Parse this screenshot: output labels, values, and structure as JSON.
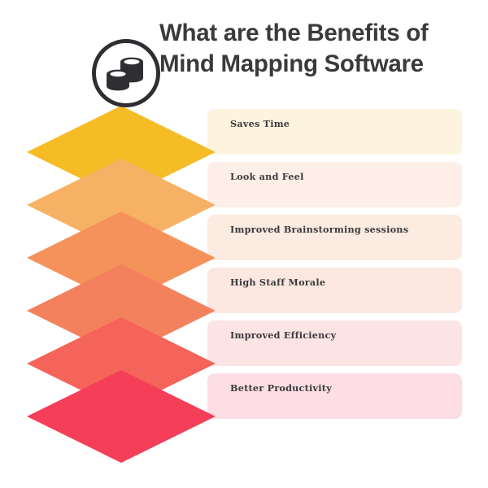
{
  "header": {
    "title_line1": "What are the Benefits of",
    "title_line2": "Mind Mapping Software",
    "title_color": "#3a3a3c",
    "icon": "coins-stack-icon",
    "icon_ring_color": "#2f2f33"
  },
  "benefits": [
    {
      "label": "Saves Time",
      "diamond_color": "#F5BC26",
      "bar_color": "#FDF3DE"
    },
    {
      "label": "Look and Feel",
      "diamond_color": "#F7B165",
      "bar_color": "#FDEFE7"
    },
    {
      "label": "Improved Brainstorming sessions",
      "diamond_color": "#F5925B",
      "bar_color": "#FCEBE1"
    },
    {
      "label": "High Staff Morale",
      "diamond_color": "#F4815E",
      "bar_color": "#FCE8E1"
    },
    {
      "label": "Improved Efficiency",
      "diamond_color": "#F4645A",
      "bar_color": "#FCE4E4"
    },
    {
      "label": "Better Productivity",
      "diamond_color": "#F53F58",
      "bar_color": "#FCDEE4"
    }
  ],
  "layout": {
    "background": "#ffffff",
    "label_color": "#3a3a3c"
  }
}
